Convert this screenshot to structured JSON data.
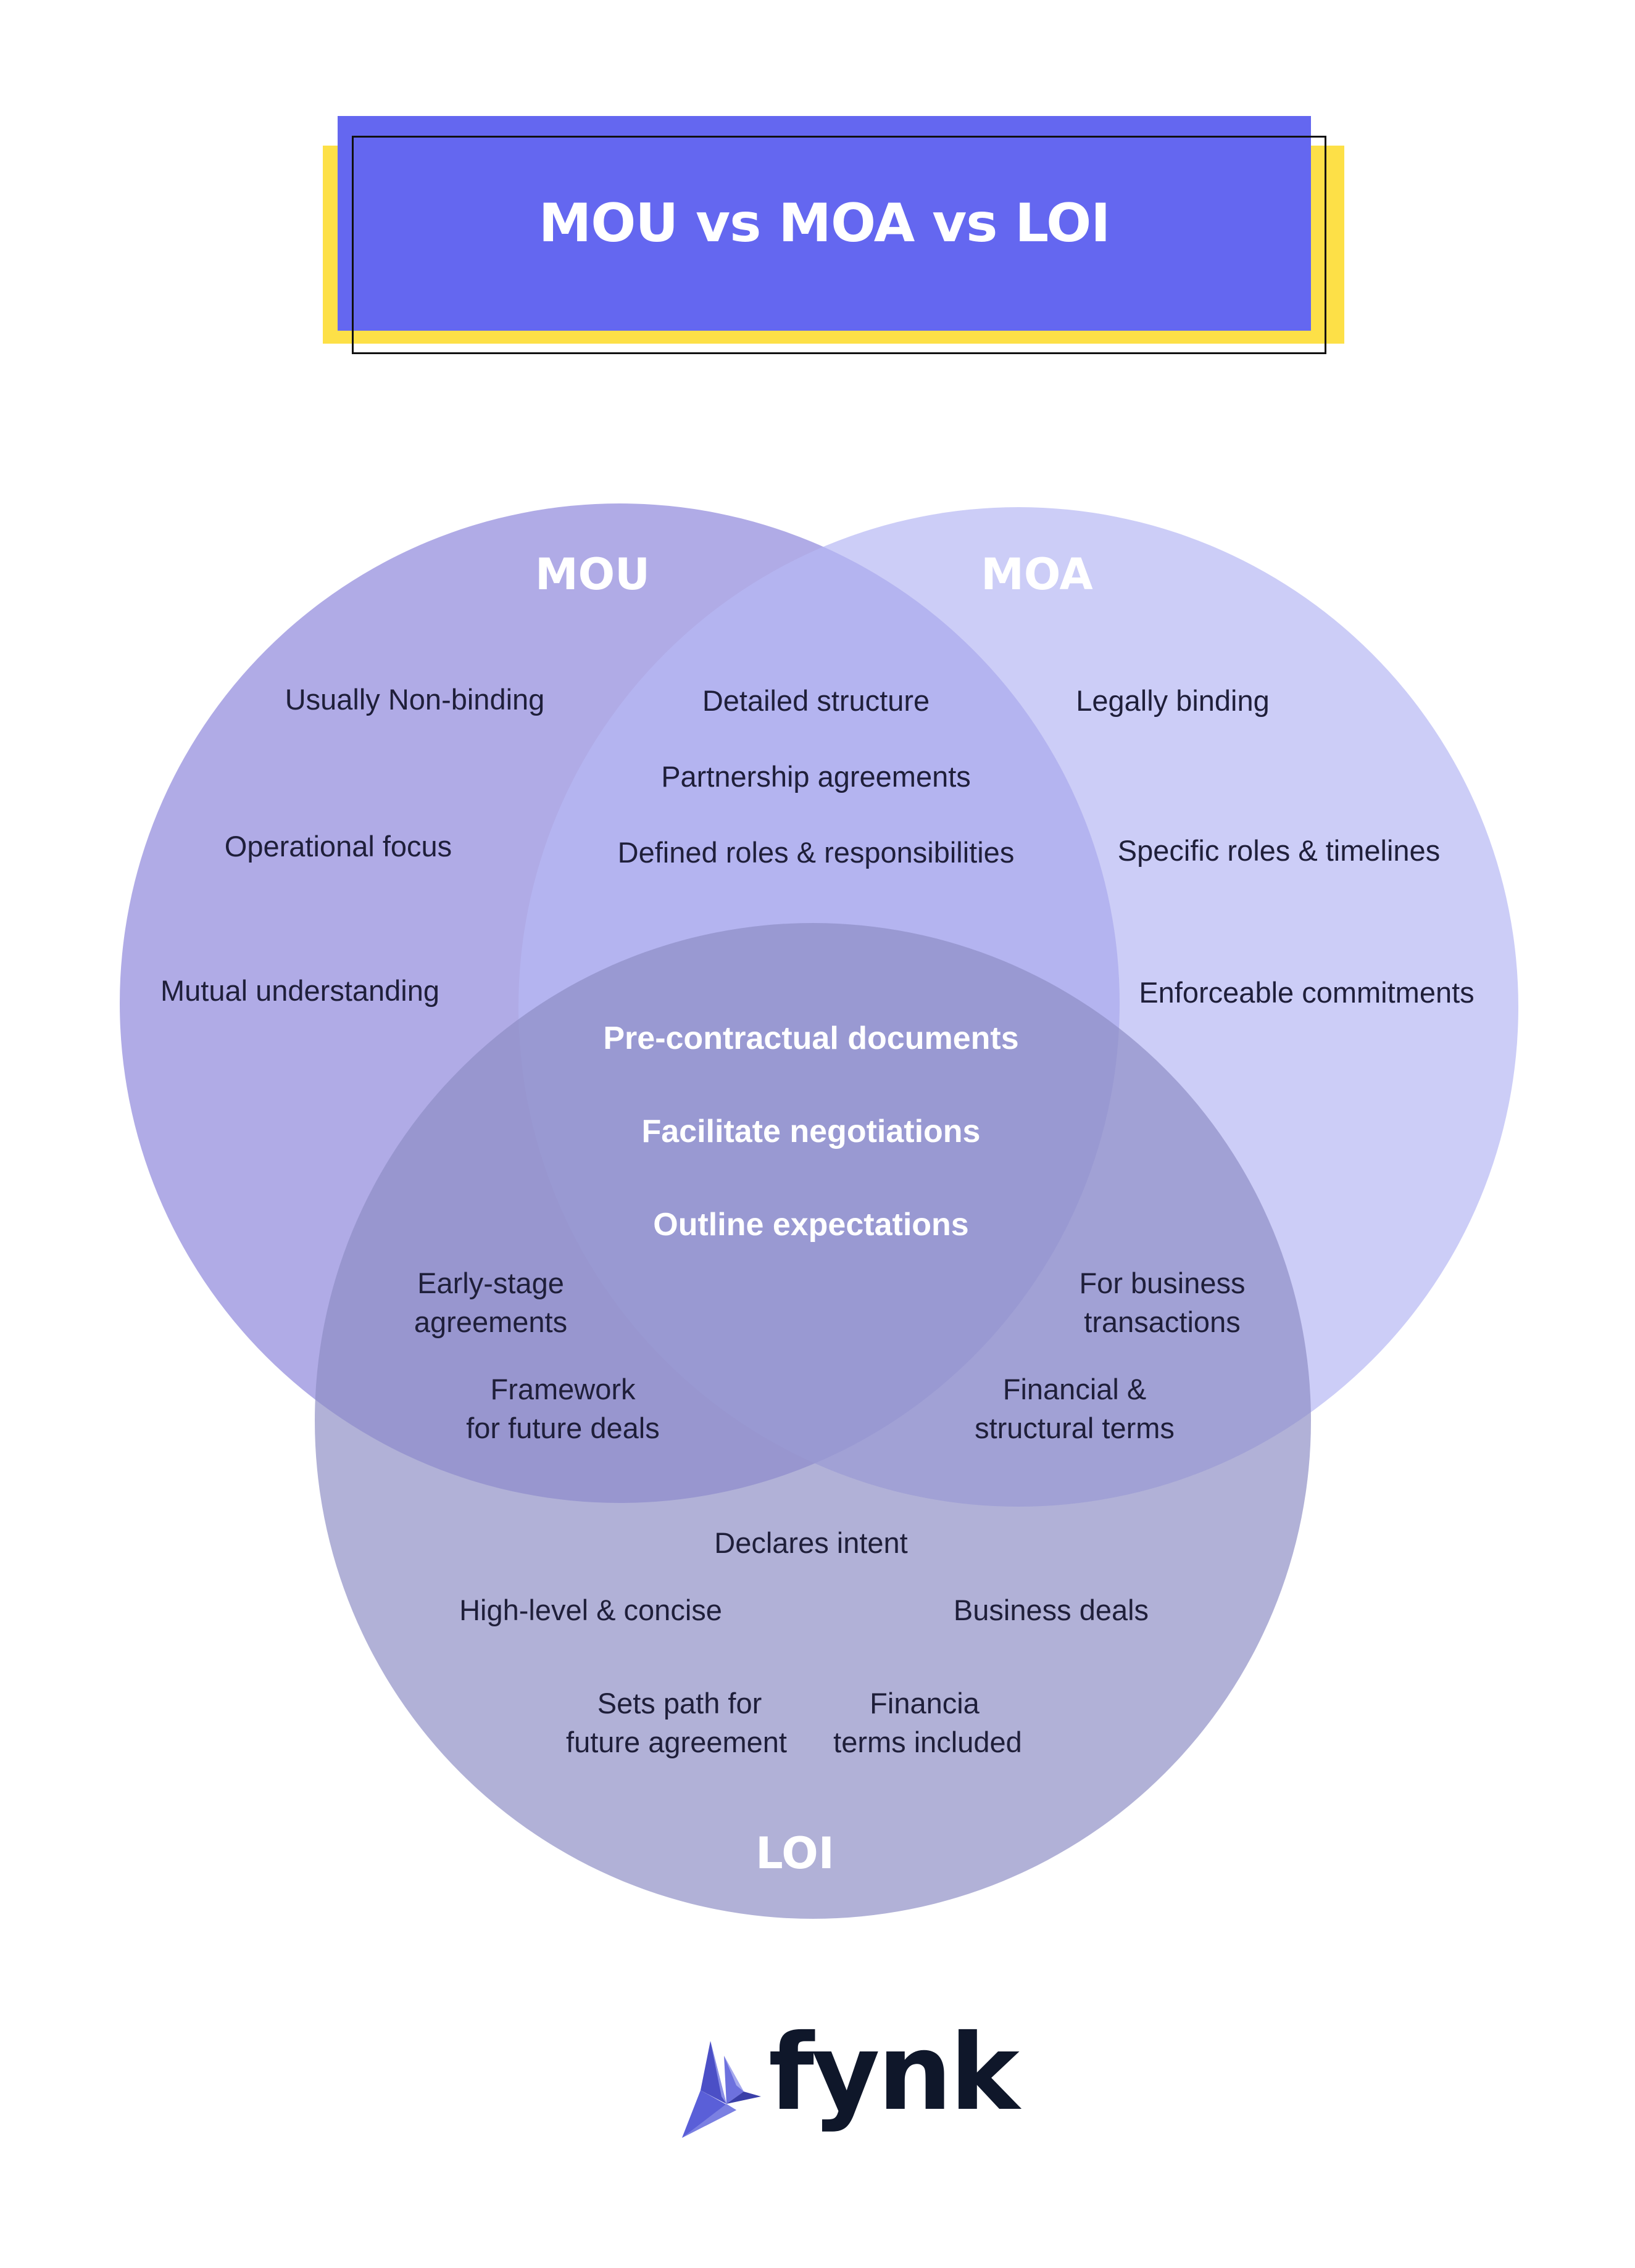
{
  "title": "MOU vs MOA vs LOI",
  "colors": {
    "title_bg": "#6467f0",
    "title_accent": "#fde047",
    "mou_circle": "#8f87dc",
    "moa_circle": "#b6b8f3",
    "loi_circle": "#8c8cc4",
    "text_dark": "#1f1f3a"
  },
  "mou": {
    "heading": "MOU",
    "items": [
      "Usually Non-binding",
      "Operational focus",
      "Mutual understanding"
    ]
  },
  "moa": {
    "heading": "MOA",
    "items": [
      "Legally binding",
      "Specific roles & timelines",
      "Enforceable commitments"
    ]
  },
  "loi": {
    "heading": "LOI",
    "items": [
      "Declares intent",
      "High-level & concise",
      "Business deals",
      "Sets path for",
      "future agreement",
      "Financia",
      "terms included"
    ]
  },
  "mou_moa": {
    "items": [
      "Detailed structure",
      "Partnership agreements",
      "Defined roles & responsibilities"
    ]
  },
  "mou_loi": {
    "items": [
      "Early-stage",
      "agreements",
      "Framework",
      "for future deals"
    ]
  },
  "moa_loi": {
    "items": [
      "For business",
      "transactions",
      "Financial &",
      "structural terms"
    ]
  },
  "all_three": {
    "items": [
      "Pre-contractual documents",
      "Facilitate negotiations",
      "Outline expectations"
    ]
  },
  "logo": {
    "text": "fynk",
    "icon": "bird-logo-icon"
  }
}
